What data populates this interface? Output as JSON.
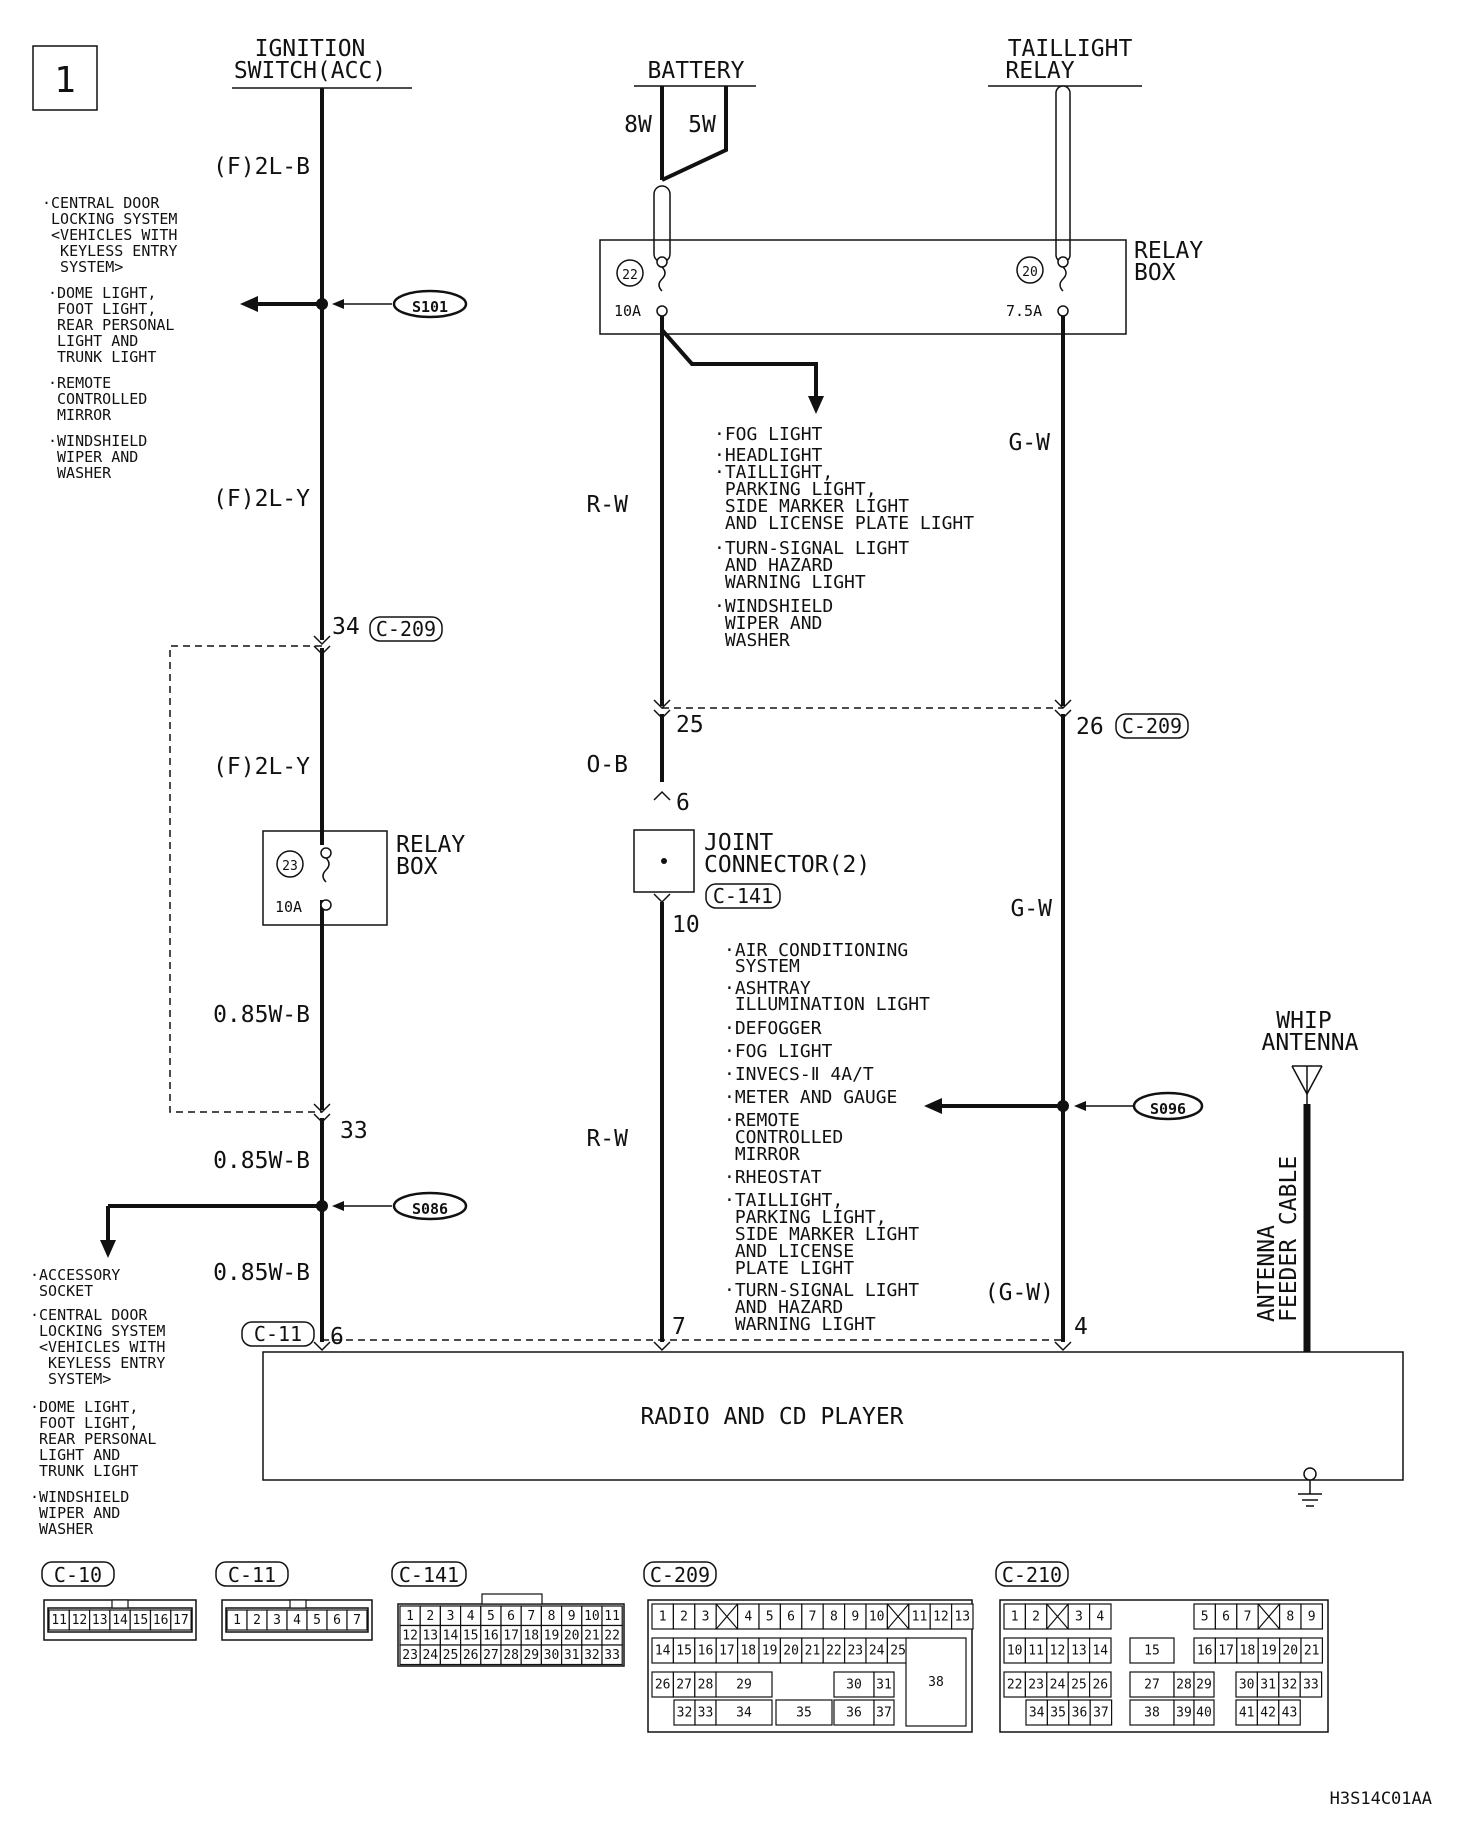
{
  "page_number": "1",
  "sources": {
    "ignition": [
      "IGNITION",
      "SWITCH(ACC)"
    ],
    "battery": "BATTERY",
    "taillight": [
      "TAILLIGHT",
      "RELAY"
    ]
  },
  "battery_wires": [
    "8W",
    "5W"
  ],
  "wire_colors": {
    "ign1": "(F)2L-B",
    "ign2": "(F)2L-Y",
    "ign3": "(F)2L-Y",
    "ign4": "0.85W-B",
    "ign5": "0.85W-B",
    "ign6": "0.85W-B",
    "mid1": "R-W",
    "mid2": "O-B",
    "mid3": "R-W",
    "right1": "G-W",
    "right2": "G-W",
    "right3": "(G-W)"
  },
  "relay_box": {
    "title": [
      "RELAY",
      "BOX"
    ],
    "fuse22": {
      "num": "22",
      "amp": "10A"
    },
    "fuse20": {
      "num": "20",
      "amp": "7.5A"
    },
    "fuse23": {
      "num": "23",
      "amp": "10A"
    }
  },
  "splices": {
    "s101": "S101",
    "s086": "S086",
    "s096": "S096"
  },
  "s101_list": [
    "·CENTRAL DOOR",
    " LOCKING SYSTEM",
    " <VEHICLES WITH",
    "  KEYLESS ENTRY",
    "  SYSTEM>",
    "·DOME LIGHT,",
    " FOOT LIGHT,",
    " REAR PERSONAL",
    " LIGHT AND",
    " TRUNK LIGHT",
    "·REMOTE",
    " CONTROLLED",
    " MIRROR",
    "·WINDSHIELD",
    " WIPER AND",
    " WASHER"
  ],
  "fuse22_list": [
    "·FOG LIGHT",
    "·HEADLIGHT",
    "·TAILLIGHT,",
    " PARKING LIGHT,",
    " SIDE MARKER LIGHT",
    " AND LICENSE PLATE LIGHT",
    "·TURN-SIGNAL LIGHT",
    " AND HAZARD",
    " WARNING LIGHT",
    "·WINDSHIELD",
    " WIPER AND",
    " WASHER"
  ],
  "s096_list": [
    "·AIR CONDITIONING",
    " SYSTEM",
    "·ASHTRAY",
    " ILLUMINATION LIGHT",
    "·DEFOGGER",
    "·FOG LIGHT",
    "·INVECS-Ⅱ 4A/T",
    "·METER AND GAUGE",
    "·REMOTE",
    " CONTROLLED",
    " MIRROR",
    "·RHEOSTAT",
    "·TAILLIGHT,",
    " PARKING LIGHT,",
    " SIDE MARKER LIGHT",
    " AND LICENSE",
    " PLATE LIGHT",
    "·TURN-SIGNAL LIGHT",
    " AND HAZARD",
    " WARNING LIGHT"
  ],
  "s086_list": [
    "·ACCESSORY",
    " SOCKET",
    "·CENTRAL DOOR",
    " LOCKING SYSTEM",
    " <VEHICLES WITH",
    "  KEYLESS ENTRY",
    "  SYSTEM>",
    "·DOME LIGHT,",
    " FOOT LIGHT,",
    " REAR PERSONAL",
    " LIGHT AND",
    " TRUNK LIGHT",
    "·WINDSHIELD",
    " WIPER AND",
    " WASHER"
  ],
  "connectors": {
    "c209": "C-209",
    "c141": "C-141",
    "c11": "C-11",
    "c10_label": "C-10",
    "c210": "C-210"
  },
  "pins": {
    "p34": "34",
    "p33": "33",
    "p25": "25",
    "p26": "26",
    "p6_joint": "6",
    "p10": "10",
    "p6": "6",
    "p7": "7",
    "p4": "4"
  },
  "joint_connector": [
    "JOINT",
    "CONNECTOR(2)"
  ],
  "antenna": {
    "title": [
      "WHIP",
      "ANTENNA"
    ],
    "cable": [
      "ANTENNA",
      "FEEDER CABLE"
    ]
  },
  "radio": "RADIO AND CD PLAYER",
  "connector_faces": {
    "c10": [
      "11",
      "12",
      "13",
      "14",
      "15",
      "16",
      "17"
    ],
    "c11": [
      "1",
      "2",
      "3",
      "4",
      "5",
      "6",
      "7"
    ],
    "c141": [
      [
        "1",
        "2",
        "3",
        "4",
        "5",
        "6",
        "7",
        "8",
        "9",
        "10",
        "11"
      ],
      [
        "12",
        "13",
        "14",
        "15",
        "16",
        "17",
        "18",
        "19",
        "20",
        "21",
        "22"
      ],
      [
        "23",
        "24",
        "25",
        "26",
        "27",
        "28",
        "29",
        "30",
        "31",
        "32",
        "33"
      ]
    ],
    "c209": [
      [
        "1",
        "2",
        "3",
        "",
        "4",
        "5",
        "6",
        "7",
        "8",
        "9",
        "10",
        "",
        "11",
        "12",
        "13"
      ],
      [
        "14",
        "15",
        "16",
        "17",
        "18",
        "19",
        "20",
        "21",
        "22",
        "23",
        "24",
        "25"
      ],
      [
        "26",
        "27",
        "28",
        "29",
        "",
        "30",
        "31"
      ],
      [
        "32",
        "33",
        "34",
        "35",
        "36",
        "37"
      ],
      [
        "38"
      ]
    ],
    "c210": [
      [
        "1",
        "2",
        "",
        "3",
        "4",
        "5",
        "6",
        "7",
        "",
        "8",
        "9"
      ],
      [
        "10",
        "11",
        "12",
        "13",
        "14",
        "15",
        "16",
        "17",
        "18",
        "19",
        "20",
        "21"
      ],
      [
        "22",
        "23",
        "24",
        "25",
        "26",
        "27",
        "28",
        "29",
        "30",
        "31",
        "32",
        "33"
      ],
      [
        "34",
        "35",
        "36",
        "37",
        "38",
        "39",
        "40",
        "41",
        "42",
        "43"
      ]
    ]
  },
  "figure_code": "H3S14C01AA"
}
